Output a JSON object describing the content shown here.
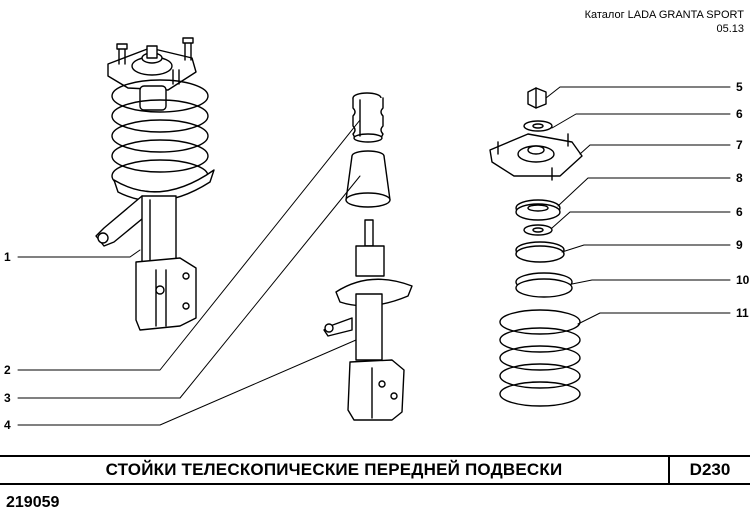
{
  "header": {
    "catalog": "Каталог LADA GRANTA SPORT",
    "date": "05.13"
  },
  "callouts_left": [
    "1",
    "2",
    "3",
    "4"
  ],
  "callouts_right": [
    "5",
    "6",
    "7",
    "8",
    "6",
    "9",
    "10",
    "11"
  ],
  "title_bar": {
    "title": "СТОЙКИ ТЕЛЕСКОПИЧЕСКИЕ ПЕРЕДНЕЙ ПОДВЕСКИ",
    "code": "D230"
  },
  "footer": {
    "code": "219059"
  }
}
